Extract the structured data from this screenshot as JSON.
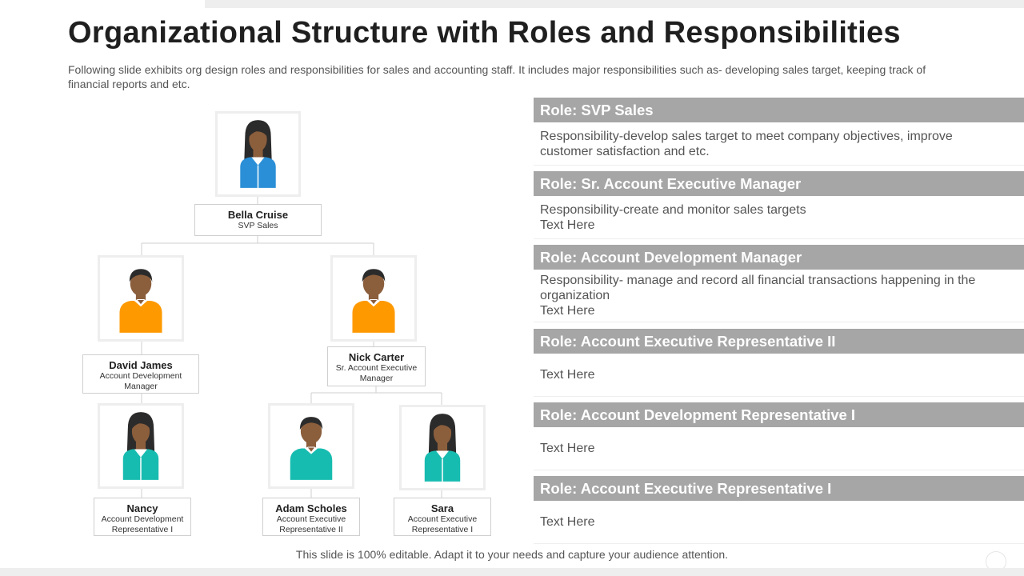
{
  "header": {
    "title": "Organizational Structure with Roles and Responsibilities",
    "subtitle": "Following slide exhibits org design roles and responsibilities for sales and accounting staff. It includes major responsibilities such as- developing sales target, keeping track of financial reports and etc."
  },
  "org_chart": {
    "people": [
      {
        "name": "Bella Cruise",
        "role": "SVP Sales",
        "avatar": "female-avatar-icon",
        "shirt_color": "#2a8fd6"
      },
      {
        "name": "David James",
        "role": "Account Development Manager",
        "avatar": "male-avatar-icon",
        "shirt_color": "#ff9900"
      },
      {
        "name": "Nick Carter",
        "role": "Sr. Account Executive Manager",
        "avatar": "male-avatar-icon",
        "shirt_color": "#ff9900"
      },
      {
        "name": "Nancy",
        "role": "Account Development Representative I",
        "avatar": "female-avatar-icon",
        "shirt_color": "#17bcb0"
      },
      {
        "name": "Adam Scholes",
        "role": "Account Executive Representative II",
        "avatar": "male-avatar-icon",
        "shirt_color": "#17bcb0"
      },
      {
        "name": "Sara",
        "role": "Account Executive Representative I",
        "avatar": "female-avatar-icon",
        "shirt_color": "#17bcb0"
      }
    ]
  },
  "roles": [
    {
      "title": "Role: SVP Sales",
      "lines": [
        "Responsibility-develop sales target to meet company objectives, improve customer satisfaction and etc."
      ]
    },
    {
      "title": "Role: Sr. Account Executive Manager",
      "lines": [
        "Responsibility-create and monitor sales targets",
        "Text Here"
      ]
    },
    {
      "title": "Role: Account Development Manager",
      "lines": [
        "Responsibility- manage and record all financial transactions happening in the organization",
        "Text Here"
      ]
    },
    {
      "title": "Role: Account Executive Representative II",
      "lines": [
        "Text Here"
      ]
    },
    {
      "title": "Role: Account Development Representative I",
      "lines": [
        "Text Here"
      ]
    },
    {
      "title": "Role: Account Executive Representative I",
      "lines": [
        "Text Here"
      ]
    }
  ],
  "footer": {
    "text": "This slide is 100% editable. Adapt it to your needs and capture your audience attention."
  },
  "colors": {
    "header_gray": "#a6a6a6",
    "skin": "#8b5e3c",
    "hair": "#2b2b2b"
  }
}
